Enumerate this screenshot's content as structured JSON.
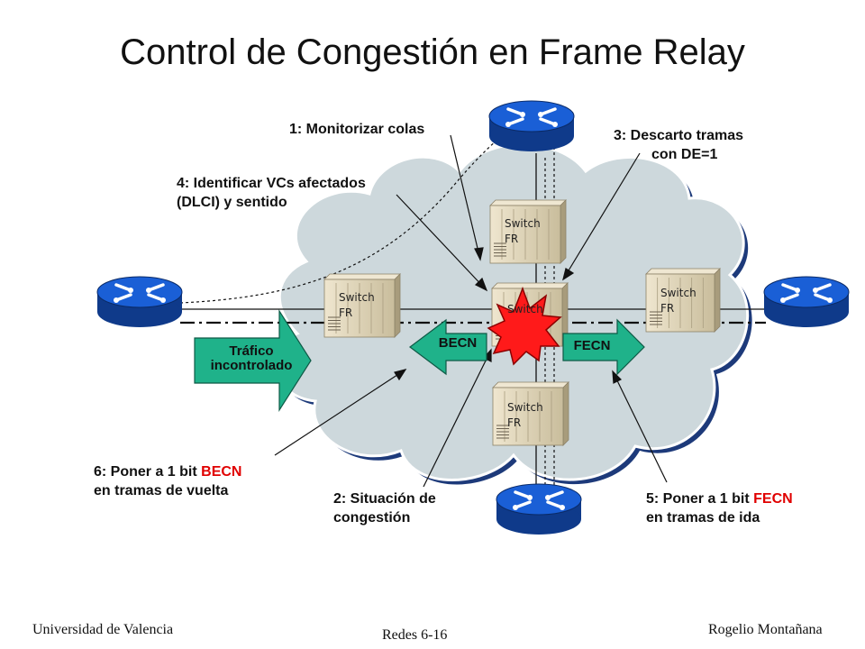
{
  "slide": {
    "title": "Control de Congestión en Frame Relay",
    "footer_left": "Universidad de Valencia",
    "footer_center": "Redes 6-16",
    "footer_right": "Rogelio Montañana"
  },
  "annotations": {
    "a1": "1: Monitorizar colas",
    "a2_line1": "2: Situación de",
    "a2_line2": "congestión",
    "a3_line1": "3: Descarto tramas",
    "a3_line2": "con DE=1",
    "a4_line1": "4: Identificar VCs afectados",
    "a4_line2": "(DLCI) y sentido",
    "a5_line1_pre": "5: Poner a 1 bit ",
    "a5_line1_red": "FECN",
    "a5_line2": "en tramas de ida",
    "a6_line1_pre": "6: Poner a 1 bit ",
    "a6_line1_red": "BECN",
    "a6_line2": "en tramas de vuelta"
  },
  "arrows": {
    "traffic_line1": "Tráfico",
    "traffic_line2": "incontrolado",
    "becn": "BECN",
    "fecn": "FECN"
  },
  "switches": {
    "line1": "Switch",
    "line2": "FR"
  },
  "colors": {
    "cloud": "#cdd8dc",
    "router": "#1a5fd6",
    "switch": "#d8cdb2",
    "green_arrow": "#1fb28a",
    "congestion": "#ff1a1a",
    "highlight": "#e00000"
  },
  "icons": {
    "router": "router-icon",
    "switch": "switch-icon",
    "congestion": "explosion-icon"
  }
}
